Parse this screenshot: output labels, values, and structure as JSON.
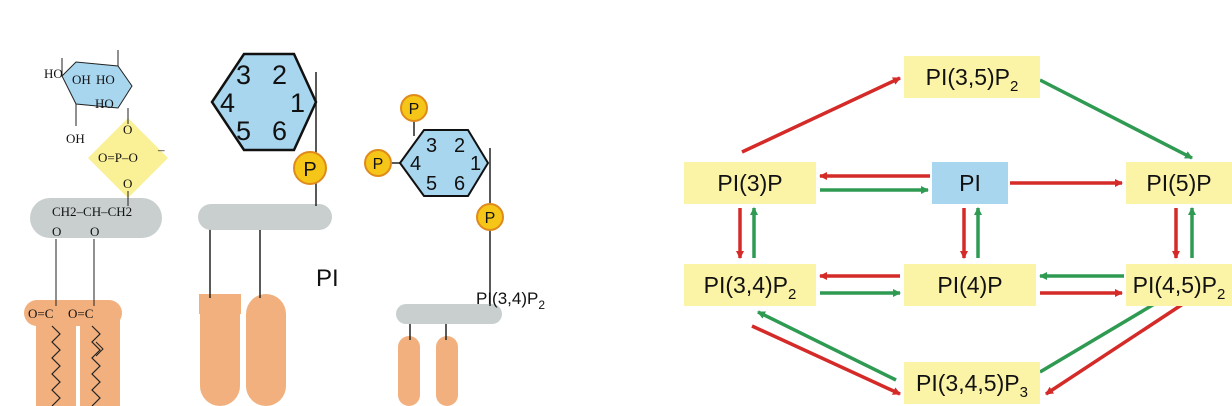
{
  "colors": {
    "box_yellow": "#fbf3a6",
    "box_blue": "#a9d6ef",
    "arrow_red": "#d42a28",
    "arrow_green": "#2f9a52",
    "inositol_blue": "#a9d6ef",
    "phosphate_yellow": "#f5c518",
    "phosphate_diamond": "#faf096",
    "glycerol_gray": "#c9cfcf",
    "lipid_orange": "#f1b07d"
  },
  "structures": {
    "chemical": {
      "ring_atoms": [
        "HO",
        "OH",
        "HO",
        "HO",
        "OH"
      ],
      "phosphate": {
        "o_top": "O",
        "center": "O=P–O",
        "charge": "–",
        "o_bottom": "O"
      },
      "glycerol": "CH2–CH–CH2",
      "ester_o_left": "O",
      "ester_o_right": "O",
      "carbonyl_left": "O=C",
      "carbonyl_right": "O=C"
    },
    "pi": {
      "ring_numbers": [
        "3",
        "2",
        "4",
        "1",
        "5",
        "6"
      ],
      "phosphate": "P",
      "label": "PI"
    },
    "pip2": {
      "ring_numbers": [
        "3",
        "2",
        "4",
        "1",
        "5",
        "6"
      ],
      "phosphate_top": "P",
      "phosphate_left": "P",
      "phosphate_right": "P",
      "label_main": "PI(3,4)P",
      "label_sub": "2"
    }
  },
  "network": {
    "nodes": [
      {
        "id": "pi35p2",
        "main": "PI(3,5)P",
        "sub": "2",
        "color": "yellow"
      },
      {
        "id": "pi3p",
        "main": "PI(3)P",
        "sub": "",
        "color": "yellow"
      },
      {
        "id": "pi",
        "main": "PI",
        "sub": "",
        "color": "blue"
      },
      {
        "id": "pi5p",
        "main": "PI(5)P",
        "sub": "",
        "color": "yellow"
      },
      {
        "id": "pi34p2",
        "main": "PI(3,4)P",
        "sub": "2",
        "color": "yellow"
      },
      {
        "id": "pi4p",
        "main": "PI(4)P",
        "sub": "",
        "color": "yellow"
      },
      {
        "id": "pi45p2",
        "main": "PI(4,5)P",
        "sub": "2",
        "color": "yellow"
      },
      {
        "id": "pi345p3",
        "main": "PI(3,4,5)P",
        "sub": "3",
        "color": "yellow"
      }
    ],
    "arrows": [
      {
        "from": "pi3p",
        "to": "pi35p2",
        "color": "red"
      },
      {
        "from": "pi35p2",
        "to": "pi5p",
        "color": "green"
      },
      {
        "from": "pi",
        "to": "pi3p",
        "color": "red"
      },
      {
        "from": "pi3p",
        "to": "pi",
        "color": "green"
      },
      {
        "from": "pi",
        "to": "pi5p",
        "color": "red"
      },
      {
        "from": "pi3p",
        "to": "pi34p2",
        "color": "red"
      },
      {
        "from": "pi34p2",
        "to": "pi3p",
        "color": "green"
      },
      {
        "from": "pi",
        "to": "pi4p",
        "color": "red"
      },
      {
        "from": "pi4p",
        "to": "pi",
        "color": "green"
      },
      {
        "from": "pi5p",
        "to": "pi45p2",
        "color": "red"
      },
      {
        "from": "pi45p2",
        "to": "pi5p",
        "color": "green"
      },
      {
        "from": "pi4p",
        "to": "pi34p2",
        "color": "red"
      },
      {
        "from": "pi34p2",
        "to": "pi4p",
        "color": "green"
      },
      {
        "from": "pi45p2",
        "to": "pi4p",
        "color": "green"
      },
      {
        "from": "pi4p",
        "to": "pi45p2",
        "color": "red"
      },
      {
        "from": "pi34p2",
        "to": "pi345p3",
        "color": "red"
      },
      {
        "from": "pi345p3",
        "to": "pi34p2",
        "color": "green"
      },
      {
        "from": "pi345p3",
        "to": "pi45p2",
        "color": "green"
      },
      {
        "from": "pi45p2",
        "to": "pi345p3",
        "color": "red"
      }
    ]
  }
}
